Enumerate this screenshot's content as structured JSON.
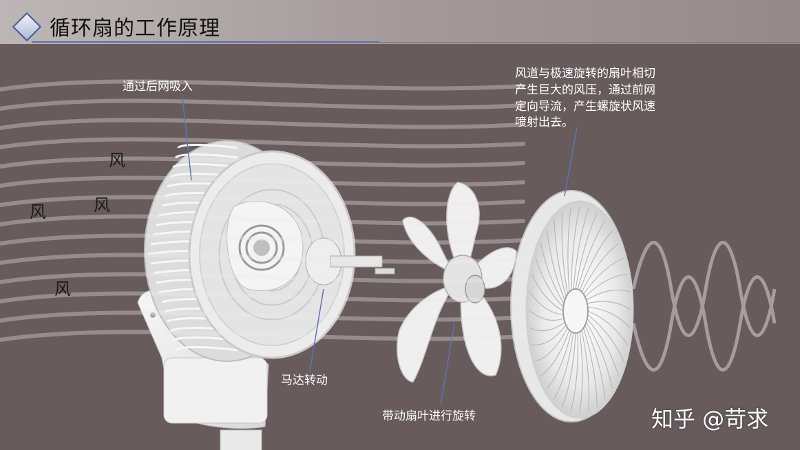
{
  "header": {
    "title": "循环扇的工作原理"
  },
  "labels": {
    "rear_intake": "通过后网吸入",
    "motor": "马达转动",
    "blade": "带动扇叶进行旋转"
  },
  "description": {
    "lines": [
      "风道与极速旋转的扇叶相切",
      "产生巨大的风压，通过前网",
      "定向导流，产生螺旋状风速",
      "喷射出去。"
    ]
  },
  "wind_labels": [
    "风",
    "风",
    "风",
    "风"
  ],
  "watermark": "知乎 @苛求",
  "colors": {
    "background": "#675b5c",
    "accent": "#3f5d98",
    "fan_white": "#f2f2f2",
    "label_text": "#ffffff"
  }
}
